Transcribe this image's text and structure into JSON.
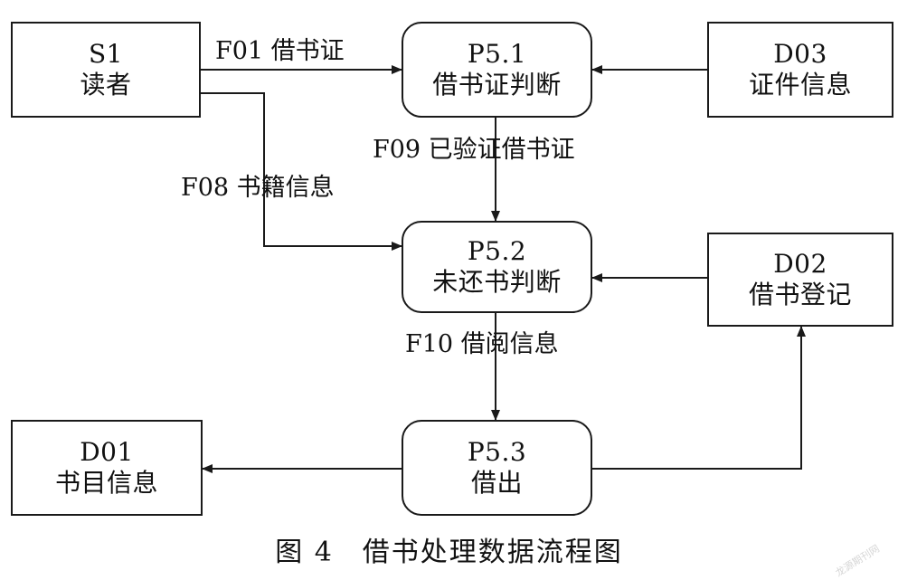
{
  "nodes": {
    "s1": {
      "code": "S1",
      "name": "读者"
    },
    "p51": {
      "code": "P5.1",
      "name": "借书证判断"
    },
    "d03": {
      "code": "D03",
      "name": "证件信息"
    },
    "p52": {
      "code": "P5.2",
      "name": "未还书判断"
    },
    "d02": {
      "code": "D02",
      "name": "借书登记"
    },
    "p53": {
      "code": "P5.3",
      "name": "借出"
    },
    "d01": {
      "code": "D01",
      "name": "书目信息"
    }
  },
  "flows": {
    "f01": "F01 借书证",
    "f08": "F08 书籍信息",
    "f09": "F09  已验证借书证",
    "f10": "F10 借阅信息"
  },
  "caption": "图 4　借书处理数据流程图",
  "watermark": "龙源期刊网",
  "colors": {
    "line": "#1a1a1a",
    "text": "#111111",
    "watermark": "#d6d6d6"
  }
}
